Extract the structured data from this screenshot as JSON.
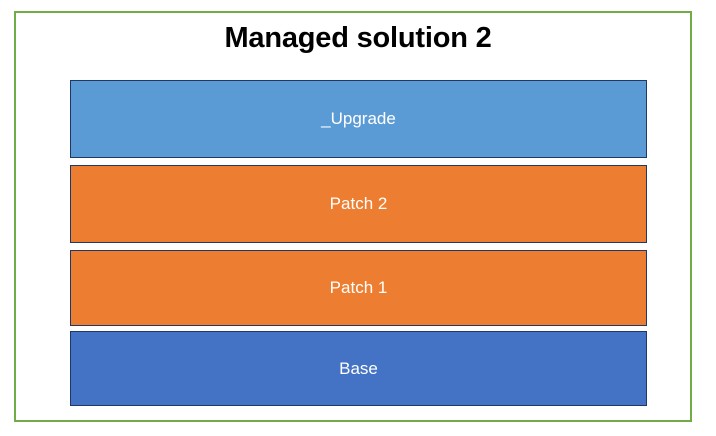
{
  "diagram": {
    "title": "Managed solution 2",
    "frame_color": "#70AD47",
    "title_color": "#000000",
    "background_color": "#ffffff",
    "layer_outline_color": "#1F3864",
    "label_color": "#ffffff",
    "layers": [
      {
        "label": "_Upgrade",
        "color": "#5B9BD5",
        "type": "upgrade"
      },
      {
        "label": "Patch 2",
        "color": "#ED7D31",
        "type": "patch"
      },
      {
        "label": "Patch 1",
        "color": "#ED7D31",
        "type": "patch"
      },
      {
        "label": "Base",
        "color": "#4472C4",
        "type": "base"
      }
    ]
  }
}
